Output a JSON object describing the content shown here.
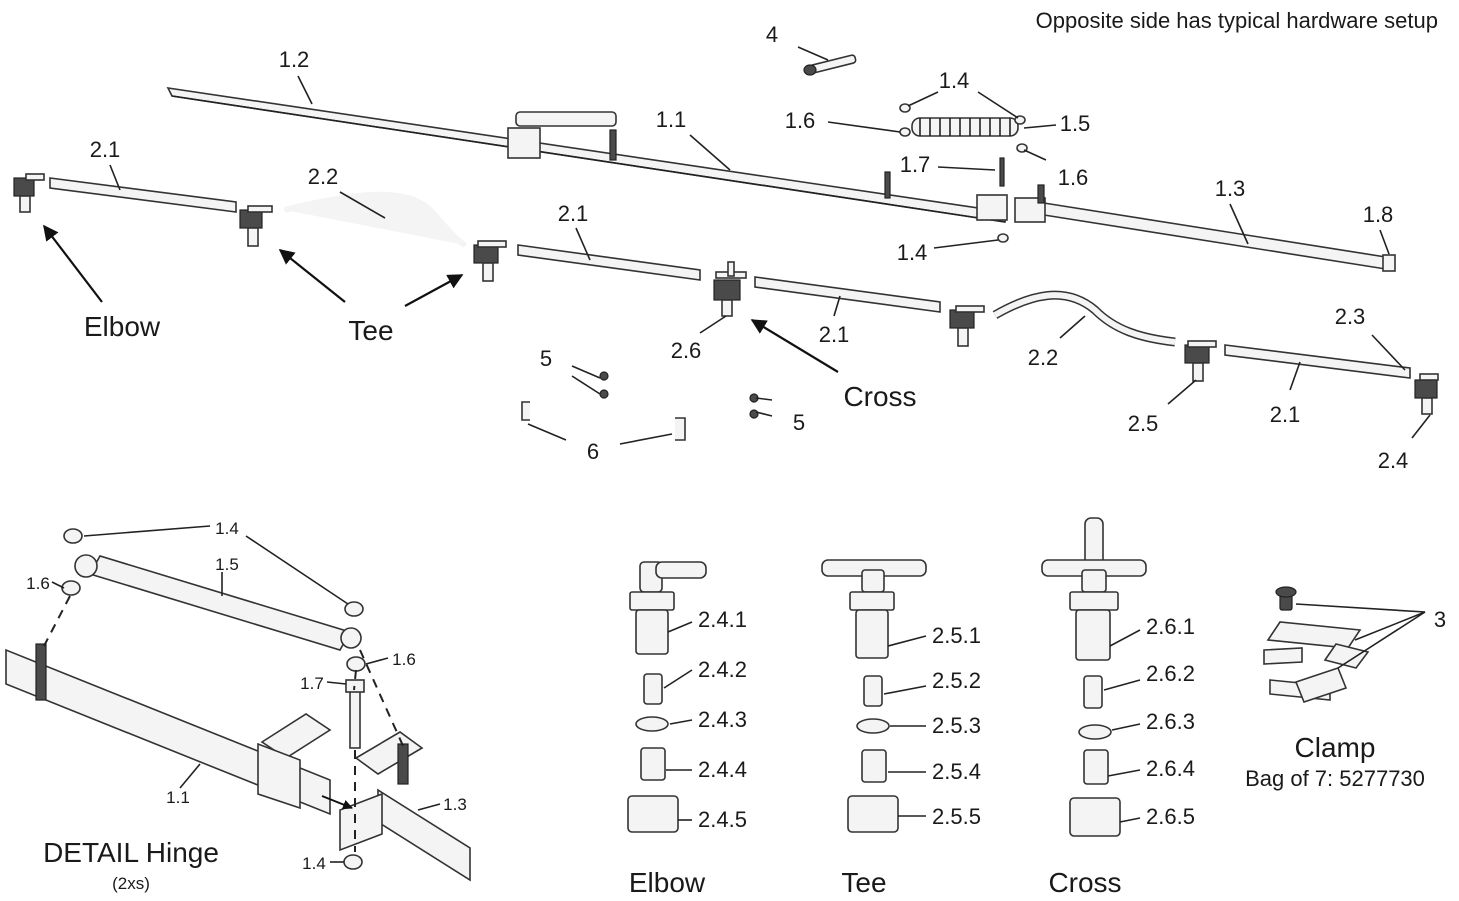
{
  "header_note": "Opposite side has typical hardware setup",
  "callouts": {
    "c_4": "4",
    "c_1_2": "1.2",
    "c_1_4_top": "1.4",
    "c_1_1": "1.1",
    "c_1_6_a": "1.6",
    "c_1_5": "1.5",
    "c_1_7": "1.7",
    "c_1_6_b": "1.6",
    "c_1_3": "1.3",
    "c_1_8": "1.8",
    "c_1_4_b": "1.4",
    "c_2_1_a": "2.1",
    "c_2_2_a": "2.2",
    "c_2_1_b": "2.1",
    "c_2_6": "2.6",
    "c_2_1_c": "2.1",
    "c_2_2_b": "2.2",
    "c_2_3": "2.3",
    "c_2_5": "2.5",
    "c_2_1_d": "2.1",
    "c_2_4": "2.4",
    "c_5_a": "5",
    "c_5_b": "5",
    "c_6": "6"
  },
  "type_labels": {
    "elbow": "Elbow",
    "tee": "Tee",
    "cross": "Cross"
  },
  "detail": {
    "title": "DETAIL Hinge",
    "subtitle": "(2xs)",
    "c_1_4_a": "1.4",
    "c_1_5": "1.5",
    "c_1_6_a": "1.6",
    "c_1_6_b": "1.6",
    "c_1_7": "1.7",
    "c_1_1": "1.1",
    "c_1_3": "1.3",
    "c_1_4_b": "1.4"
  },
  "fittings": {
    "elbow": {
      "title": "Elbow",
      "parts": [
        "2.4.1",
        "2.4.2",
        "2.4.3",
        "2.4.4",
        "2.4.5"
      ]
    },
    "tee": {
      "title": "Tee",
      "parts": [
        "2.5.1",
        "2.5.2",
        "2.5.3",
        "2.5.4",
        "2.5.5"
      ]
    },
    "cross": {
      "title": "Cross",
      "parts": [
        "2.6.1",
        "2.6.2",
        "2.6.3",
        "2.6.4",
        "2.6.5"
      ]
    }
  },
  "clamp": {
    "callout": "3",
    "title": "Clamp",
    "subtitle": "Bag of 7: 5277730"
  }
}
